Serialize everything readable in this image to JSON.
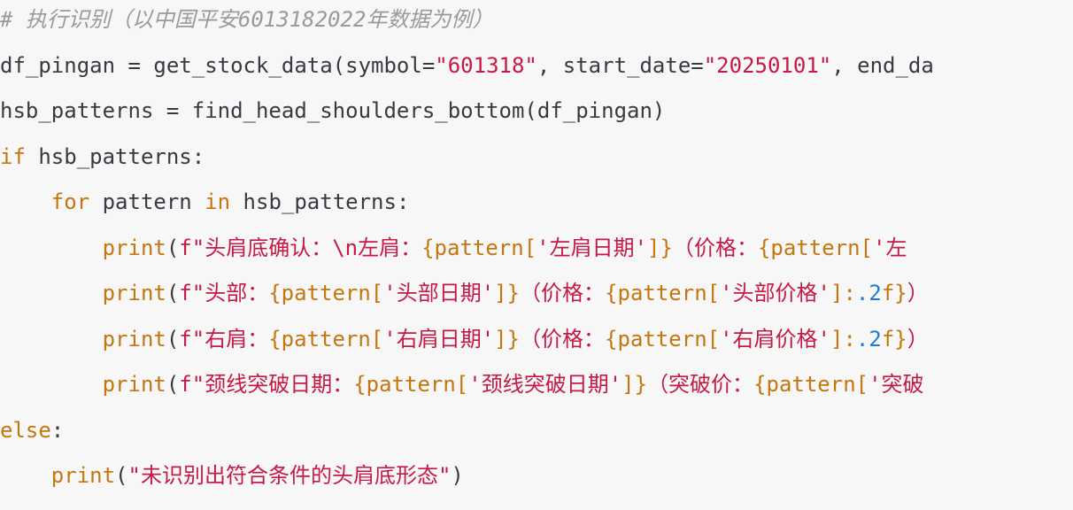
{
  "code": {
    "lines": [
      [
        {
          "cls": "comment",
          "text": "# 执行识别（以中国平安6013182022年数据为例）"
        }
      ],
      [
        {
          "cls": "plain",
          "text": "df_pingan = get_stock_data(symbol="
        },
        {
          "cls": "str",
          "text": "\"601318\""
        },
        {
          "cls": "plain",
          "text": ", start_date="
        },
        {
          "cls": "str",
          "text": "\"20250101\""
        },
        {
          "cls": "plain",
          "text": ", end_da"
        }
      ],
      [
        {
          "cls": "plain",
          "text": "hsb_patterns = find_head_shoulders_bottom(df_pingan)"
        }
      ],
      [
        {
          "cls": "keyword",
          "text": "if"
        },
        {
          "cls": "plain",
          "text": " hsb_patterns:"
        }
      ],
      [
        {
          "cls": "plain",
          "text": "    "
        },
        {
          "cls": "keyword",
          "text": "for"
        },
        {
          "cls": "plain",
          "text": " pattern "
        },
        {
          "cls": "keyword",
          "text": "in"
        },
        {
          "cls": "plain",
          "text": " hsb_patterns:"
        }
      ],
      [
        {
          "cls": "plain",
          "text": "        "
        },
        {
          "cls": "builtin",
          "text": "print"
        },
        {
          "cls": "plain",
          "text": "("
        },
        {
          "cls": "str",
          "text": "f\"头肩底确认：\\n左肩："
        },
        {
          "cls": "fexpr",
          "text": "{pattern["
        },
        {
          "cls": "str",
          "text": "'左肩日期'"
        },
        {
          "cls": "fexpr",
          "text": "]}"
        },
        {
          "cls": "str",
          "text": "（价格："
        },
        {
          "cls": "fexpr",
          "text": "{pattern["
        },
        {
          "cls": "str",
          "text": "'左"
        }
      ],
      [
        {
          "cls": "plain",
          "text": "        "
        },
        {
          "cls": "builtin",
          "text": "print"
        },
        {
          "cls": "plain",
          "text": "("
        },
        {
          "cls": "str",
          "text": "f\"头部："
        },
        {
          "cls": "fexpr",
          "text": "{pattern["
        },
        {
          "cls": "str",
          "text": "'头部日期'"
        },
        {
          "cls": "fexpr",
          "text": "]}"
        },
        {
          "cls": "str",
          "text": "（价格："
        },
        {
          "cls": "fexpr",
          "text": "{pattern["
        },
        {
          "cls": "str",
          "text": "'头部价格'"
        },
        {
          "cls": "fexpr",
          "text": "]:"
        },
        {
          "cls": "num",
          "text": ".2"
        },
        {
          "cls": "fexpr",
          "text": "f}"
        },
        {
          "cls": "str",
          "text": "）"
        }
      ],
      [
        {
          "cls": "plain",
          "text": "        "
        },
        {
          "cls": "builtin",
          "text": "print"
        },
        {
          "cls": "plain",
          "text": "("
        },
        {
          "cls": "str",
          "text": "f\"右肩："
        },
        {
          "cls": "fexpr",
          "text": "{pattern["
        },
        {
          "cls": "str",
          "text": "'右肩日期'"
        },
        {
          "cls": "fexpr",
          "text": "]}"
        },
        {
          "cls": "str",
          "text": "（价格："
        },
        {
          "cls": "fexpr",
          "text": "{pattern["
        },
        {
          "cls": "str",
          "text": "'右肩价格'"
        },
        {
          "cls": "fexpr",
          "text": "]:"
        },
        {
          "cls": "num",
          "text": ".2"
        },
        {
          "cls": "fexpr",
          "text": "f}"
        },
        {
          "cls": "str",
          "text": "）"
        }
      ],
      [
        {
          "cls": "plain",
          "text": "        "
        },
        {
          "cls": "builtin",
          "text": "print"
        },
        {
          "cls": "plain",
          "text": "("
        },
        {
          "cls": "str",
          "text": "f\"颈线突破日期："
        },
        {
          "cls": "fexpr",
          "text": "{pattern["
        },
        {
          "cls": "str",
          "text": "'颈线突破日期'"
        },
        {
          "cls": "fexpr",
          "text": "]}"
        },
        {
          "cls": "str",
          "text": "（突破价："
        },
        {
          "cls": "fexpr",
          "text": "{pattern["
        },
        {
          "cls": "str",
          "text": "'突破"
        }
      ],
      [
        {
          "cls": "keyword",
          "text": "else"
        },
        {
          "cls": "plain",
          "text": ":"
        }
      ],
      [
        {
          "cls": "plain",
          "text": "    "
        },
        {
          "cls": "builtin",
          "text": "print"
        },
        {
          "cls": "plain",
          "text": "("
        },
        {
          "cls": "str",
          "text": "\"未识别出符合条件的头肩底形态\""
        },
        {
          "cls": "plain",
          "text": ")"
        }
      ]
    ]
  }
}
